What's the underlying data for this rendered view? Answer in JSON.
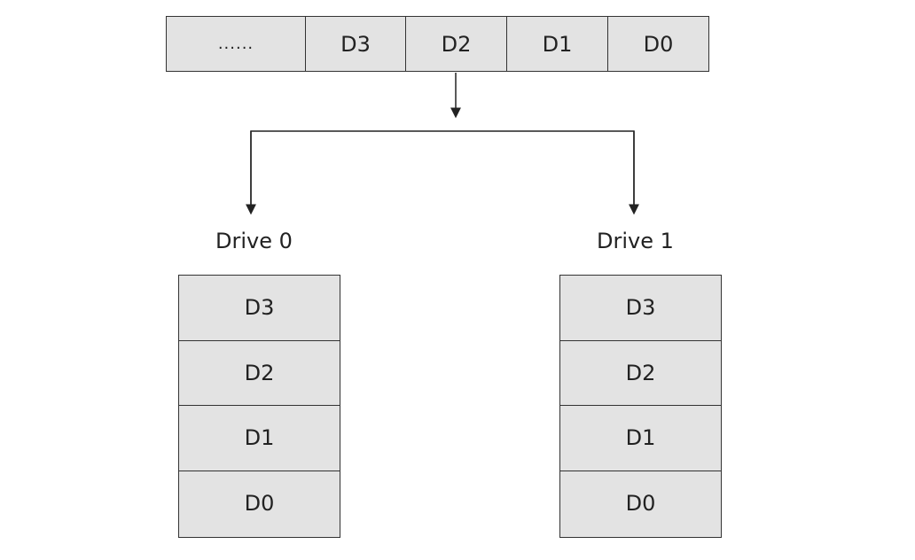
{
  "source_strip": {
    "cells": [
      "......",
      "D3",
      "D2",
      "D1",
      "D0"
    ]
  },
  "drives": [
    {
      "label": "Drive 0",
      "blocks": [
        "D3",
        "D2",
        "D1",
        "D0"
      ]
    },
    {
      "label": "Drive 1",
      "blocks": [
        "D3",
        "D2",
        "D1",
        "D0"
      ]
    }
  ],
  "colors": {
    "cell_fill": "#e3e3e3",
    "border": "#333333",
    "text": "#222222"
  }
}
